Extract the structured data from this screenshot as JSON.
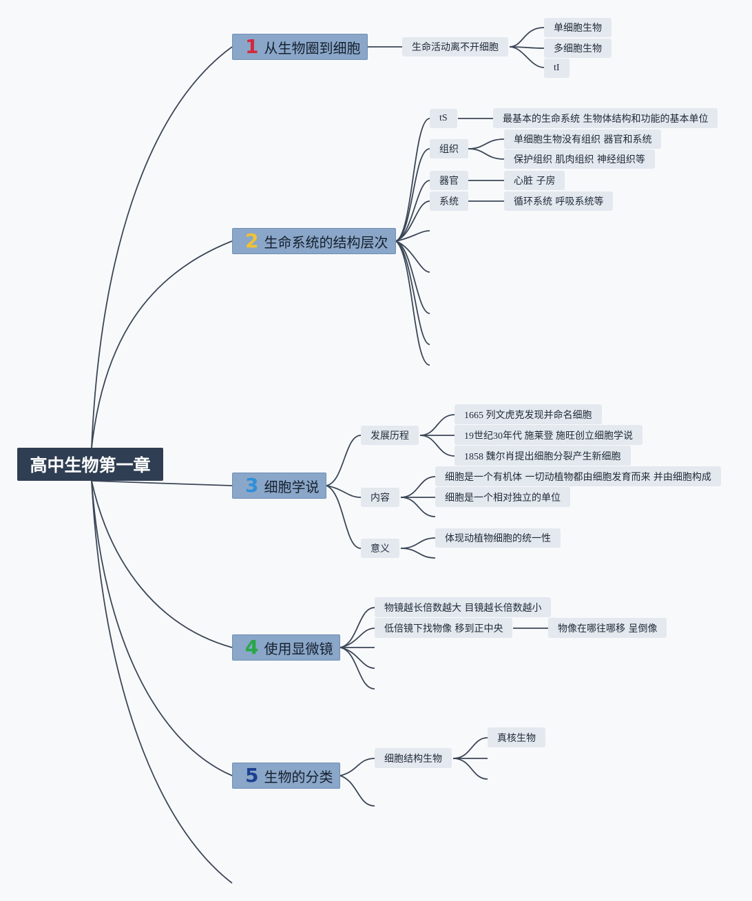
{
  "root": {
    "title": "高中生物第一章"
  },
  "branches": [
    {
      "num": "1",
      "num_color": "#d12a3c",
      "title": "从生物圈到细胞"
    },
    {
      "num": "2",
      "num_color": "#f1c232",
      "title": "生命系统的结构层次"
    },
    {
      "num": "3",
      "num_color": "#2f8fd8",
      "title": "细胞学说"
    },
    {
      "num": "4",
      "num_color": "#27a745",
      "title": "使用显微镜"
    },
    {
      "num": "5",
      "num_color": "#1c3f8f",
      "title": "生物的分类"
    }
  ],
  "b1": {
    "sub": "生命活动离不开细胞",
    "leaves": [
      "单细胞生物",
      "多细胞生物",
      "tI"
    ]
  },
  "b2": {
    "items": [
      {
        "label": "tS",
        "leaves": [
          "最基本的生命系统 生物体结构和功能的基本单位"
        ]
      },
      {
        "label": "组织",
        "leaves": [
          "单细胞生物没有组织 器官和系统",
          "保护组织 肌肉组织 神经组织等"
        ]
      },
      {
        "label": "器官",
        "leaves": [
          "心脏 子房"
        ]
      },
      {
        "label": "系统",
        "leaves": [
          "循环系统 呼吸系统等"
        ]
      }
    ]
  },
  "b3": {
    "history": {
      "label": "发展历程",
      "leaves": [
        "1665 列文虎克发现并命名细胞",
        "19世纪30年代 施莱登 施旺创立细胞学说",
        "1858 魏尔肖提出细胞分裂产生新细胞"
      ]
    },
    "content": {
      "label": "内容",
      "leaves": [
        "细胞是一个有机体 一切动植物都由细胞发育而来 并由细胞构成",
        "细胞是一个相对独立的单位"
      ]
    },
    "meaning": {
      "label": "意义",
      "leaves": [
        "体现动植物细胞的统一性"
      ]
    }
  },
  "b4": {
    "items": [
      "物镜越长倍数越大 目镜越长倍数越小",
      "低倍镜下找物像 移到正中央"
    ],
    "extra": "物像在哪往哪移 呈倒像"
  },
  "b5": {
    "sub": "细胞结构生物",
    "leaves": [
      "真核生物"
    ]
  },
  "colors": {
    "edge": "#3a4656",
    "root_bg": "#2f3e52",
    "branch_bg": "#8aa6c8",
    "leaf_bg": "#e4e8ef",
    "bg": "#f8f9fb"
  }
}
